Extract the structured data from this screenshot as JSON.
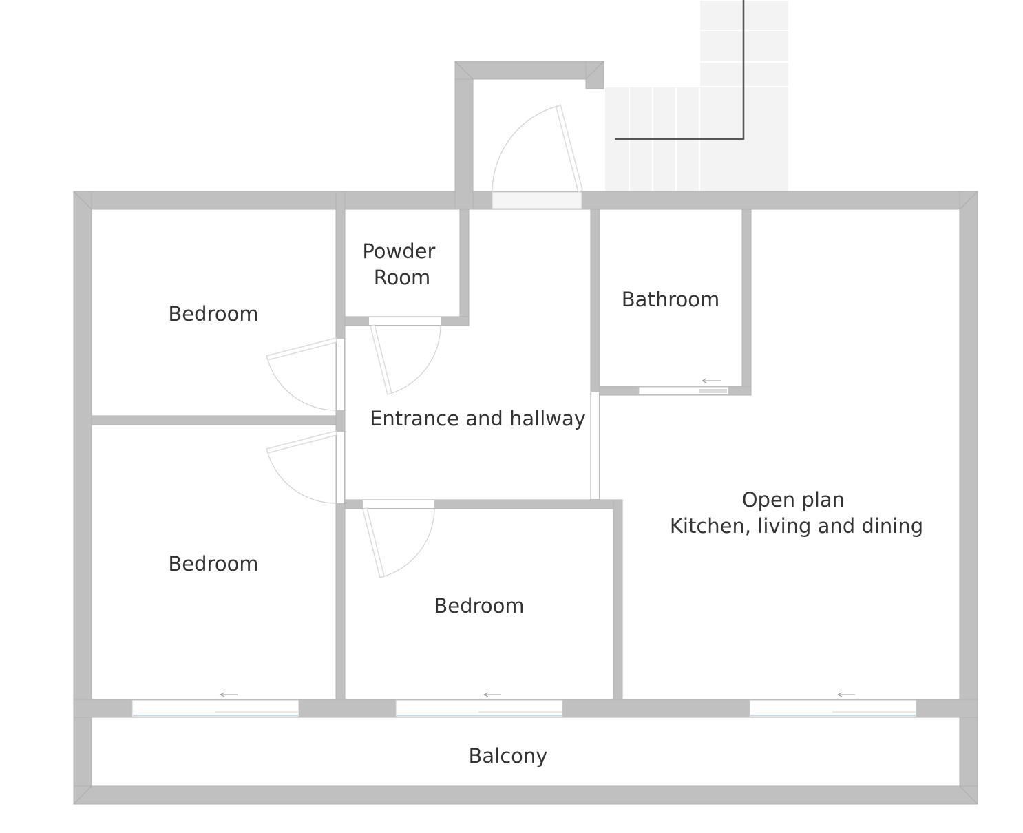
{
  "floor_plan": {
    "rooms": [
      {
        "id": "bedroom-top-left",
        "lines": [
          "Bedroom"
        ]
      },
      {
        "id": "powder-room",
        "lines": [
          "Powder",
          "Room"
        ]
      },
      {
        "id": "bathroom",
        "lines": [
          "Bathroom"
        ]
      },
      {
        "id": "entrance-hallway",
        "lines": [
          "Entrance and hallway"
        ]
      },
      {
        "id": "open-plan",
        "lines": [
          "Open plan",
          "Kitchen, living and dining"
        ]
      },
      {
        "id": "bedroom-bottom-left",
        "lines": [
          "Bedroom"
        ]
      },
      {
        "id": "bedroom-middle",
        "lines": [
          "Bedroom"
        ]
      },
      {
        "id": "balcony",
        "lines": [
          "Balcony"
        ]
      }
    ],
    "colors": {
      "wall": "#c0c0c0",
      "background": "#ffffff",
      "text": "#333333",
      "glass": "#bfe0ea"
    }
  }
}
